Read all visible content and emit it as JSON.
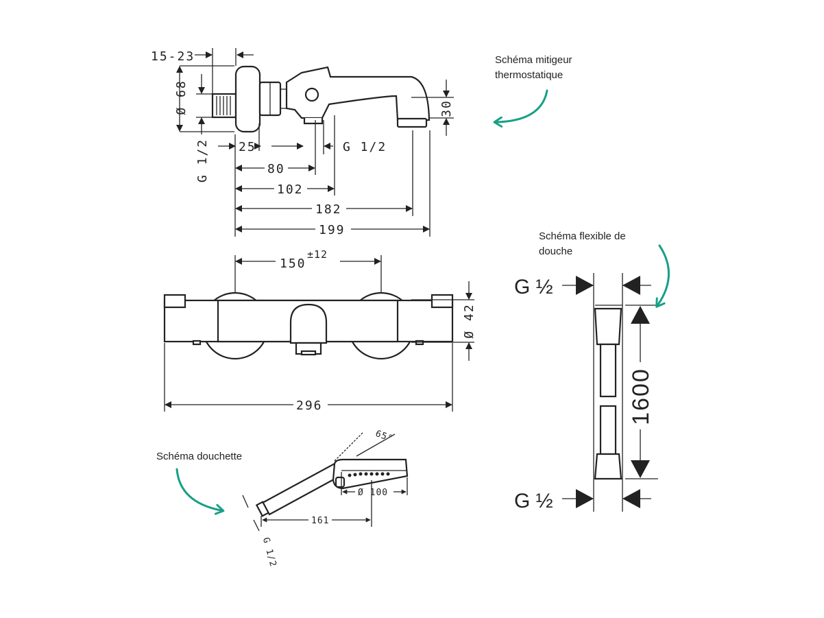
{
  "captions": {
    "mitigeur": [
      "Schéma mitigeur",
      "thermostatique"
    ],
    "flexible": [
      "Schéma flexible de",
      "douche"
    ],
    "douchette": "Schéma douchette"
  },
  "side_view": {
    "dim_15_23": "15-23",
    "dim_68": "Ø 68",
    "dim_g_left": "G 1/2",
    "dim_25": "25",
    "dim_g_right": "G 1/2",
    "dim_80": "80",
    "dim_102": "102",
    "dim_182": "182",
    "dim_199": "199",
    "dim_30": "30"
  },
  "front_view": {
    "dim_150": "150",
    "dim_150_tol": "±12",
    "dim_42": "Ø 42",
    "dim_296": "296"
  },
  "handshower": {
    "angle": "65°",
    "dim_100": "Ø 100",
    "dim_161": "161",
    "dim_g": "G 1/2"
  },
  "hose": {
    "g_top": "G ½",
    "g_bottom": "G ½",
    "length": "1600"
  },
  "colors": {
    "line": "#222222",
    "accent_arrow": "#16a085"
  }
}
